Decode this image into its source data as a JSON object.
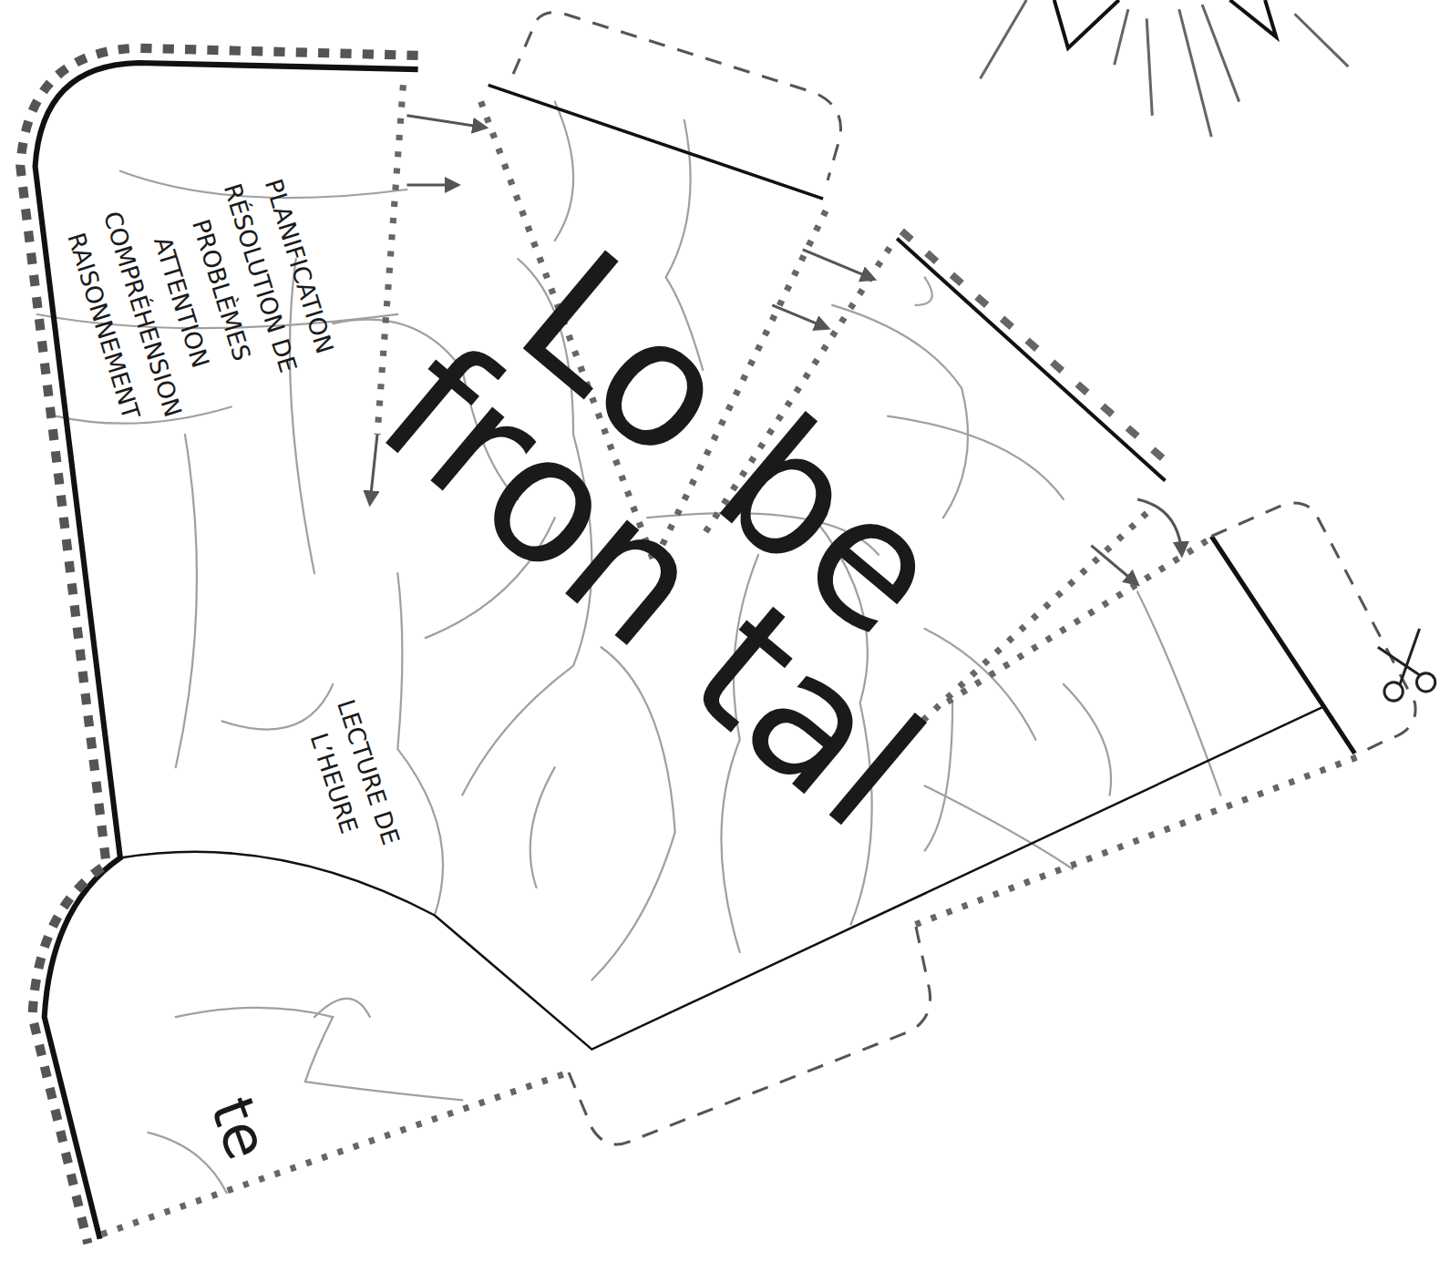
{
  "diagram": {
    "labels": [
      "Lo be",
      "fron tal",
      "PLANIFICATION",
      "RÉSOLUTION DE PROBLÈMES",
      "ATTENTION",
      "COMPRÉHENSION",
      "RAISONNEMENT",
      "LECTURE DE L’HEURE",
      "te"
    ]
  }
}
